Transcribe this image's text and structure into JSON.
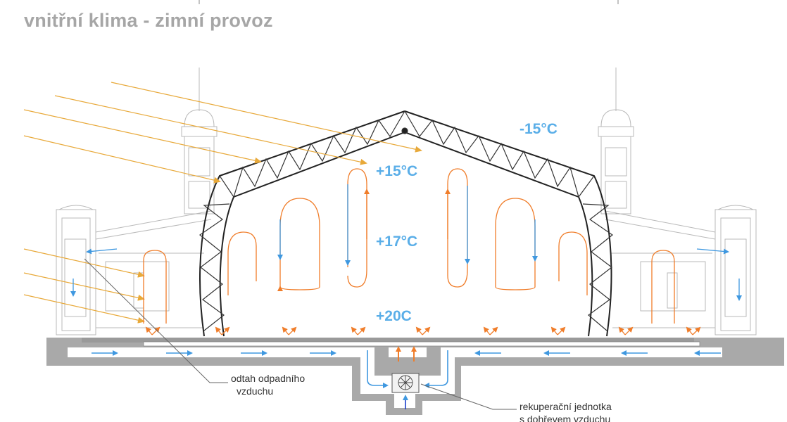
{
  "title": "vnitřní klima - zimní provoz",
  "temperatures": {
    "outside": "-15°C",
    "roof": "+15°C",
    "middle": "+17°C",
    "floor": "+20C"
  },
  "labels": {
    "exhaust_line1": "odtah odpadního",
    "exhaust_line2": "vzduchu",
    "recuperation_line1": "rekuperační jednotka",
    "recuperation_line2": "s dohřevem vzduchu"
  },
  "colors": {
    "sun_rays": "#e8a93a",
    "warm_air": "#f07d2a",
    "cool_air": "#3f98e0",
    "temperature_text": "#5aaee8",
    "title_text": "#a6a6a6",
    "ground": "#a9a9a9",
    "structure": "#222222"
  },
  "icons": {
    "fan": "fan-icon"
  }
}
